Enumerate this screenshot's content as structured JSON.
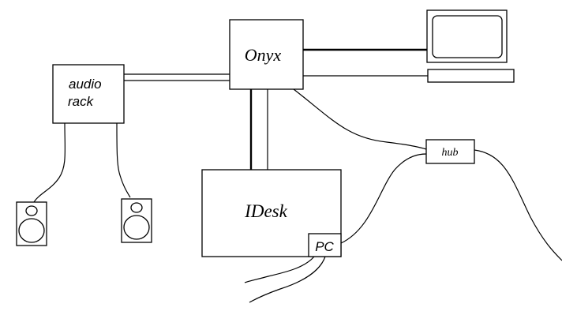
{
  "nodes": {
    "onyx": {
      "label": "Onyx"
    },
    "audio_rack": {
      "label_line1": "audio",
      "label_line2": "rack"
    },
    "idesk": {
      "label": "IDesk"
    },
    "pc": {
      "label": "PC"
    },
    "hub": {
      "label": "hub"
    }
  },
  "devices": {
    "monitor": "monitor-icon",
    "keyboard": "keyboard-icon",
    "speaker_left": "speaker-icon",
    "speaker_right": "speaker-icon"
  },
  "colors": {
    "stroke": "#000000",
    "background": "#ffffff"
  }
}
